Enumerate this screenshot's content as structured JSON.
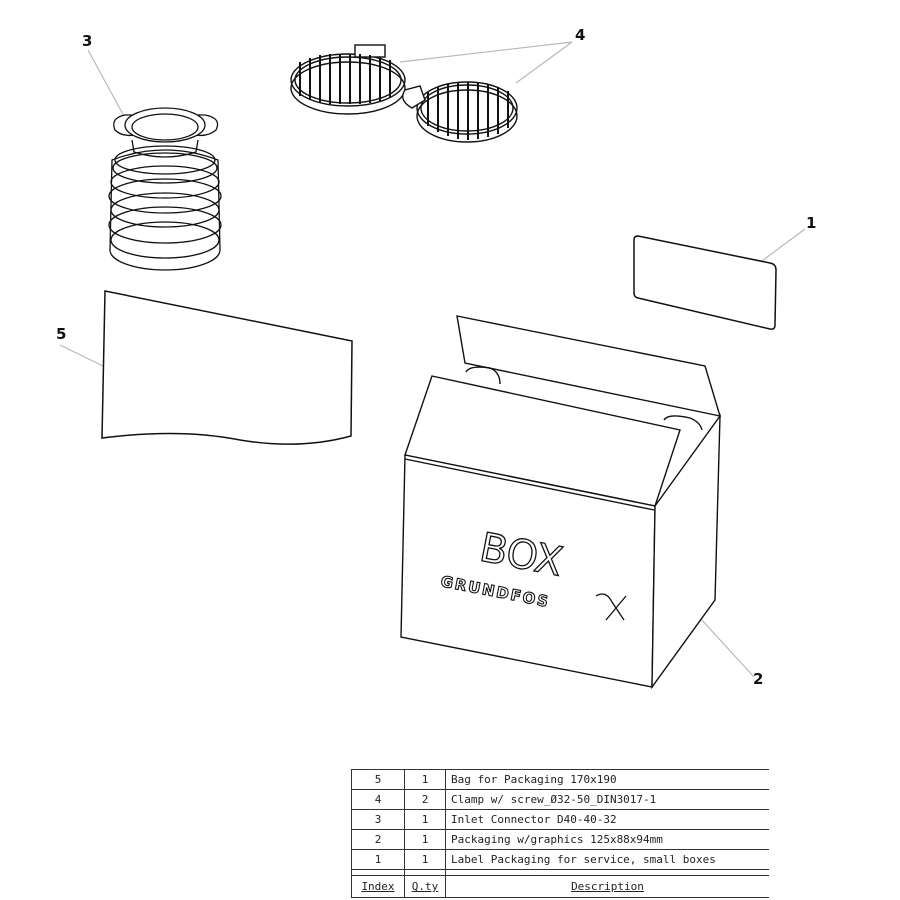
{
  "drawing": {
    "callouts": [
      {
        "index": "1",
        "label": "1"
      },
      {
        "index": "2",
        "label": "2"
      },
      {
        "index": "3",
        "label": "3"
      },
      {
        "index": "4",
        "label": "4"
      },
      {
        "index": "5",
        "label": "5"
      }
    ],
    "box_print": {
      "title": "BOX",
      "brand": "GRUNDFOS"
    },
    "line_color": "#111111",
    "leader_color": "#b8b8b8"
  },
  "bom": {
    "headers": {
      "index": "Index",
      "qty": "Q.ty",
      "description": "Description"
    },
    "rows": [
      {
        "index": "5",
        "qty": "1",
        "description": "Bag for Packaging 170x190"
      },
      {
        "index": "4",
        "qty": "2",
        "description": "Clamp w/ screw_Ø32-50_DIN3017-1"
      },
      {
        "index": "3",
        "qty": "1",
        "description": "Inlet Connector D40-40-32"
      },
      {
        "index": "2",
        "qty": "1",
        "description": "Packaging w/graphics 125x88x94mm"
      },
      {
        "index": "1",
        "qty": "1",
        "description": "Label Packaging for service, small boxes"
      }
    ]
  }
}
